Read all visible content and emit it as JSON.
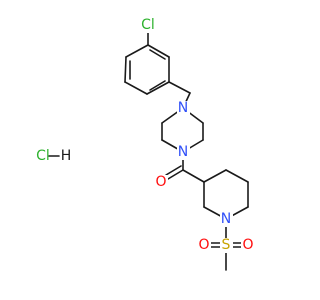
{
  "colors": {
    "bond": "#1a1a1a",
    "carbon": "#1a1a1a",
    "chlorine": "#2db22d",
    "nitrogen": "#3050f8",
    "oxygen": "#ff0d0d",
    "sulfur": "#c8a400",
    "hydrogen": "#1a1a1a"
  },
  "labels": {
    "chlorine_aryl": "Cl",
    "nitrogen_top": "N",
    "nitrogen_bottom": "N",
    "oxygen_carbonyl": "O",
    "nitrogen_piperidine": "N",
    "sulfur": "S",
    "oxygen_sulfonyl_left": "O",
    "oxygen_sulfonyl_right": "O",
    "salt_chlorine": "Cl",
    "salt_hydrogen": "H"
  }
}
